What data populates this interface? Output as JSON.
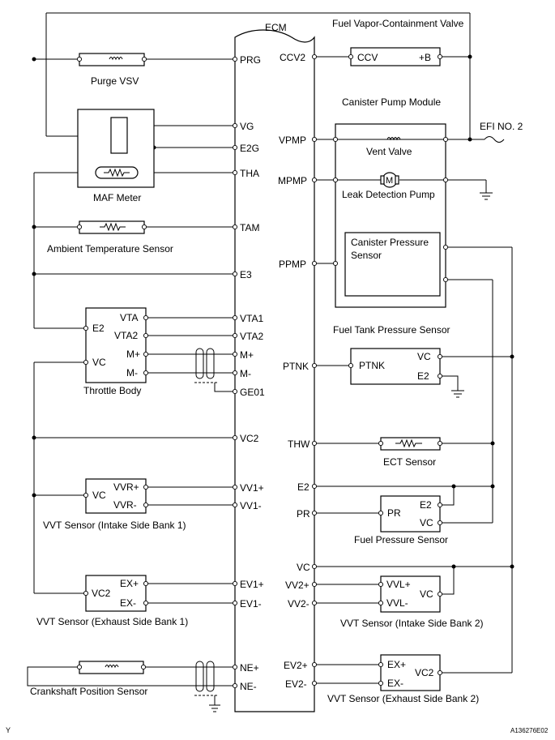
{
  "ecm": {
    "label": "ECM",
    "left_pins": [
      "PRG",
      "VG",
      "E2G",
      "THA",
      "TAM",
      "E3",
      "VTA1",
      "VTA2",
      "M+",
      "M-",
      "GE01",
      "VC2",
      "VV1+",
      "VV1-",
      "EV1+",
      "EV1-",
      "NE+",
      "NE-"
    ],
    "right_pins": [
      "CCV2",
      "VPMP",
      "MPMP",
      "PPMP",
      "PTNK",
      "THW",
      "E2",
      "PR",
      "VC",
      "VV2+",
      "VV2-",
      "EV2+",
      "EV2-"
    ]
  },
  "components": {
    "purge_vsv": "Purge VSV",
    "maf_meter": "MAF Meter",
    "ambient_temp_sensor": "Ambient Temperature Sensor",
    "throttle_body": "Throttle Body",
    "vvt_intake_bank1": "VVT Sensor (Intake Side Bank 1)",
    "vvt_exhaust_bank1": "VVT Sensor (Exhaust Side Bank 1)",
    "crankshaft_sensor": "Crankshaft Position Sensor",
    "fuel_vapor_valve": "Fuel Vapor-Containment Valve",
    "canister_pump_module": "Canister Pump Module",
    "efi_fuse": "EFI NO. 2",
    "vent_valve": "Vent Valve",
    "leak_detection_pump": "Leak Detection Pump",
    "canister_pressure_sensor_line1": "Canister Pressure",
    "canister_pressure_sensor_line2": "Sensor",
    "fuel_tank_pressure_sensor": "Fuel Tank Pressure Sensor",
    "ect_sensor": "ECT Sensor",
    "fuel_pressure_sensor": "Fuel Pressure Sensor",
    "vvt_intake_bank2": "VVT Sensor (Intake Side Bank 2)",
    "vvt_exhaust_bank2": "VVT Sensor (Exhaust Side Bank 2)"
  },
  "terminals": {
    "throttle": [
      "VTA",
      "VTA2",
      "M+",
      "M-",
      "E2",
      "VC"
    ],
    "vvt_in1": [
      "VVR+",
      "VVR-",
      "VC"
    ],
    "vvt_ex1": [
      "EX+",
      "EX-",
      "VC2"
    ],
    "ccv": [
      "CCV",
      "+B"
    ],
    "ptnk": [
      "PTNK",
      "VC",
      "E2"
    ],
    "fuel_pressure": [
      "PR",
      "E2",
      "VC"
    ],
    "vvt_in2": [
      "VVL+",
      "VVL-",
      "VC"
    ],
    "vvt_ex2": [
      "EX+",
      "EX-",
      "VC2"
    ]
  },
  "motor_symbol": "M",
  "corner_marks": {
    "left": "Y",
    "right": "A136276E02"
  }
}
